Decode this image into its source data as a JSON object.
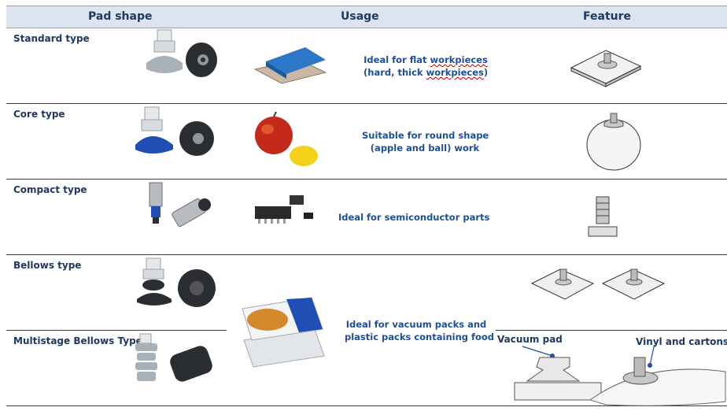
{
  "header": {
    "pad_shape": "Pad shape",
    "usage": "Usage",
    "feature": "Feature"
  },
  "rows": [
    {
      "label": "Standard type",
      "usage_line1_a": "Ideal for flat ",
      "usage_line1_b": "workpieces",
      "usage_line2_a": "(hard, thick ",
      "usage_line2_b": "workpieces",
      "usage_line2_c": ")"
    },
    {
      "label": "Core type",
      "usage_line1": "Suitable for round shape",
      "usage_line2": "(apple and ball) work"
    },
    {
      "label": "Compact type",
      "usage_line1": "Ideal for semiconductor parts"
    },
    {
      "label": "Bellows type"
    },
    {
      "label": "Multistage Bellows Type"
    }
  ],
  "bellows_usage": {
    "line1": "Ideal for vacuum packs and",
    "line2": "plastic packs containing food"
  },
  "callouts": {
    "vacuum_pad": "Vacuum pad",
    "vinyl": "Vinyl and cartons"
  },
  "colors": {
    "accent": "#1f4e9a",
    "header_bg": "#dce4f0",
    "pad_blue": "#1f4fb5",
    "pad_gray": "#a8b0b8"
  }
}
